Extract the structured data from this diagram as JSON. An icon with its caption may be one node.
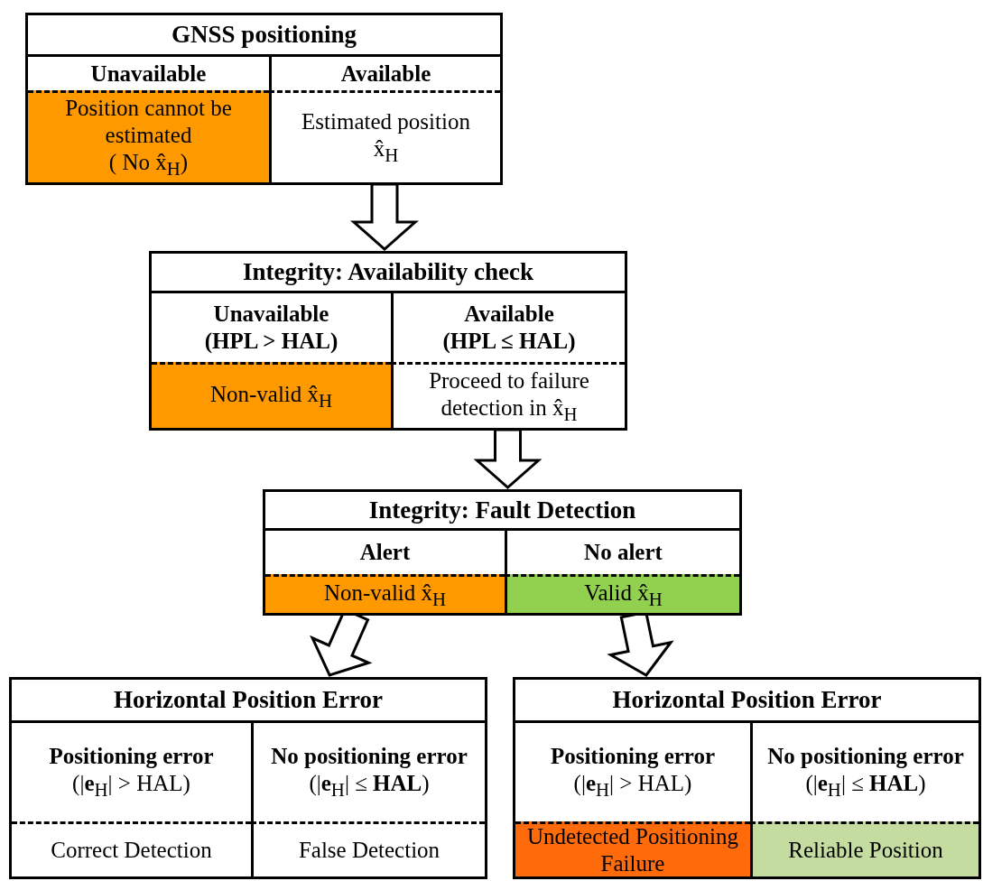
{
  "diagram": {
    "nodes": [
      {
        "text": [
          "GNSS positioning"
        ]
      },
      {
        "text": [
          "Unavailable"
        ],
        "in": 0
      },
      {
        "text": [
          "Available"
        ],
        "in": 0
      },
      {
        "text": [
          "Position cannot be estimated",
          "( No x̂$_{H}$)"
        ],
        "in": 0
      },
      {
        "text": [
          "Estimated position",
          "x̂$_{H}$"
        ],
        "in": 0
      },
      {
        "text": [
          "Integrity: Availability check"
        ]
      },
      {
        "text": [
          "Unavailable",
          "(HPL > HAL)"
        ],
        "in": 5
      },
      {
        "text": [
          "Available",
          "(HPL ≤ HAL)"
        ],
        "in": 5
      },
      {
        "text": [
          "Non-valid x̂$_{H}$"
        ],
        "in": 5
      },
      {
        "text": [
          "Proceed to failure detection in x̂$_{H}$"
        ],
        "in": 5
      },
      {
        "text": [
          "Integrity: Fault Detection"
        ]
      },
      {
        "text": [
          "Alert"
        ],
        "in": 10
      },
      {
        "text": [
          "No alert"
        ],
        "in": 10
      },
      {
        "text": [
          "Non-valid x̂$_{H}$"
        ],
        "in": 10
      },
      {
        "text": [
          "Valid x̂$_{H}$"
        ],
        "in": 10
      },
      {
        "text": [
          "Horizontal Position Error"
        ]
      },
      {
        "text": [
          "Positioning error",
          "(|**e**$_{H}$| > HAL)"
        ],
        "in": 15
      },
      {
        "text": [
          "No positioning error",
          "(|**e**$_{H}$| ≤ **HAL**)"
        ],
        "in": 15
      },
      {
        "text": [
          "Correct Detection"
        ],
        "in": 15
      },
      {
        "text": [
          "False Detection"
        ],
        "in": 15
      },
      {
        "text": [
          "Horizontal Position Error"
        ]
      },
      {
        "text": [
          "Positioning error",
          "(|**e**$_{H}$| > HAL)"
        ],
        "in": 20
      },
      {
        "text": [
          "No positioning error",
          "(|**e**$_{H}$| ≤ **HAL**)"
        ],
        "in": 20
      },
      {
        "text": [
          "Undetected Positioning Failure"
        ],
        "in": 20
      },
      {
        "text": [
          "Reliable Position"
        ],
        "in": 20
      }
    ],
    "edges": [
      {
        "from": 4,
        "to": 5,
        "arrow": "to"
      },
      {
        "from": 9,
        "to": 10,
        "arrow": "to"
      },
      {
        "from": 13,
        "to": 15,
        "arrow": "to"
      },
      {
        "from": 14,
        "to": 20,
        "arrow": "to"
      }
    ]
  }
}
